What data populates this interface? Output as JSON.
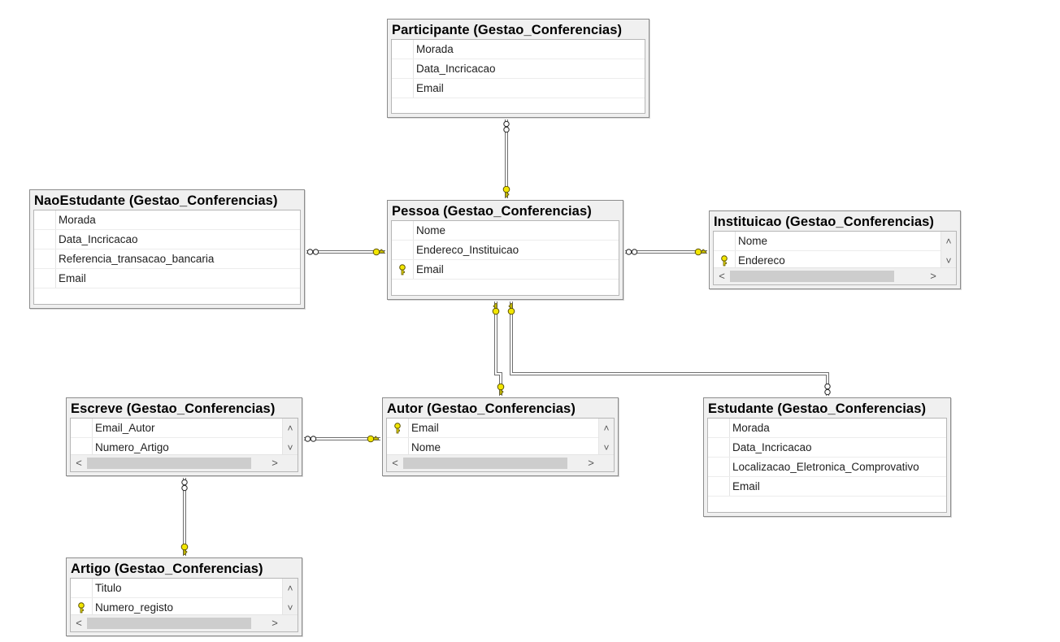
{
  "diagram": {
    "tables": {
      "participante": {
        "title": "Participante (Gestao_Conferencias)",
        "columns": [
          {
            "name": "Morada",
            "key": false
          },
          {
            "name": "Data_Incricacao",
            "key": false
          },
          {
            "name": "Email",
            "key": false
          }
        ]
      },
      "naoestudante": {
        "title": "NaoEstudante (Gestao_Conferencias)",
        "columns": [
          {
            "name": "Morada",
            "key": false
          },
          {
            "name": "Data_Incricacao",
            "key": false
          },
          {
            "name": "Referencia_transacao_bancaria",
            "key": false
          },
          {
            "name": "Email",
            "key": false
          }
        ]
      },
      "pessoa": {
        "title": "Pessoa (Gestao_Conferencias)",
        "columns": [
          {
            "name": "Nome",
            "key": false
          },
          {
            "name": "Endereco_Instituicao",
            "key": false
          },
          {
            "name": "Email",
            "key": true
          }
        ]
      },
      "instituicao": {
        "title": "Instituicao (Gestao_Conferencias)",
        "columns": [
          {
            "name": "Nome",
            "key": false
          },
          {
            "name": "Endereco",
            "key": true
          }
        ]
      },
      "escreve": {
        "title": "Escreve (Gestao_Conferencias)",
        "columns": [
          {
            "name": "Email_Autor",
            "key": false
          },
          {
            "name": "Numero_Artigo",
            "key": false
          }
        ]
      },
      "autor": {
        "title": "Autor (Gestao_Conferencias)",
        "columns": [
          {
            "name": "Email",
            "key": true
          },
          {
            "name": "Nome",
            "key": false
          }
        ]
      },
      "estudante": {
        "title": "Estudante (Gestao_Conferencias)",
        "columns": [
          {
            "name": "Morada",
            "key": false
          },
          {
            "name": "Data_Incricacao",
            "key": false
          },
          {
            "name": "Localizacao_Eletronica_Comprovativo",
            "key": false
          },
          {
            "name": "Email",
            "key": false
          }
        ]
      },
      "artigo": {
        "title": "Artigo (Gestao_Conferencias)",
        "columns": [
          {
            "name": "Titulo",
            "key": false
          },
          {
            "name": "Numero_registo",
            "key": true
          }
        ]
      }
    },
    "relationships": [
      {
        "from": "participante",
        "to": "pessoa",
        "from_end": "many",
        "to_end": "one"
      },
      {
        "from": "naoestudante",
        "to": "pessoa",
        "from_end": "many",
        "to_end": "one"
      },
      {
        "from": "instituicao",
        "to": "pessoa",
        "from_end": "one",
        "to_end": "many"
      },
      {
        "from": "autor",
        "to": "pessoa",
        "from_end": "one",
        "to_end": "one"
      },
      {
        "from": "estudante",
        "to": "pessoa",
        "from_end": "many",
        "to_end": "one"
      },
      {
        "from": "escreve",
        "to": "autor",
        "from_end": "many",
        "to_end": "one"
      },
      {
        "from": "escreve",
        "to": "artigo",
        "from_end": "many",
        "to_end": "one"
      }
    ],
    "colors": {
      "key": "#f2e600",
      "key_outline": "#5a5000",
      "line": "#6e6e6e",
      "border": "#8c8c8c"
    },
    "icons": {
      "primary_key": "key-icon",
      "many_end": "infinity-icon",
      "one_end": "key-icon"
    }
  }
}
